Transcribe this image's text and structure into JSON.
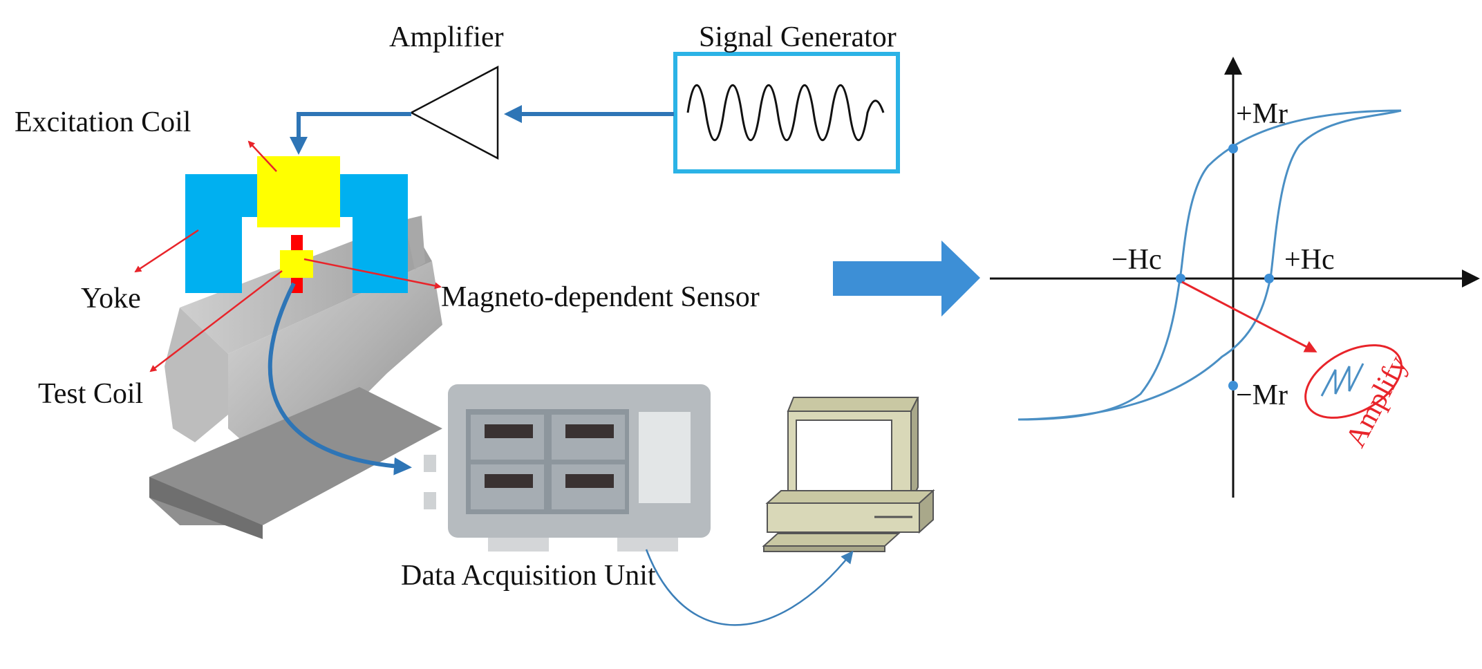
{
  "labels": {
    "amplifier": "Amplifier",
    "signal_generator": "Signal Generator",
    "excitation_coil": "Excitation Coil",
    "yoke": "Yoke",
    "magneto_sensor": "Magneto-dependent Sensor",
    "test_coil": "Test Coil",
    "data_acquisition": "Data Acquisition Unit"
  },
  "hysteresis": {
    "plus_mr": "+Mr",
    "minus_mr": "−Mr",
    "minus_hc": "−Hc",
    "plus_hc": "+Hc",
    "amplify": "Amplify"
  },
  "colors": {
    "signal_blue": "#2e75b6",
    "generator_border": "#2bb3e6",
    "yoke": "#00b0f0",
    "coil": "#ffff00",
    "sensor_red": "#ff0000",
    "annotation_red": "#e8242a",
    "curve_blue": "#4a8fc4",
    "point_blue": "#3d8fd6"
  }
}
